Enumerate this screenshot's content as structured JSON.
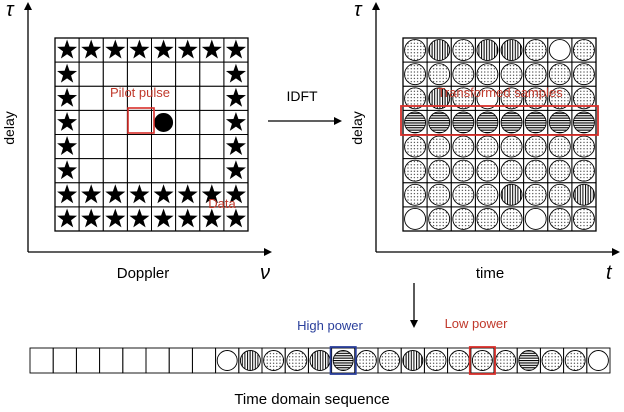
{
  "left_panel": {
    "y_axis_symbol": "τ",
    "x_axis_symbol": "ν",
    "y_axis_label": "delay",
    "x_axis_label": "Doppler",
    "pilot_label": "Pilot pulse",
    "data_label": "Data",
    "grid": {
      "rows": 8,
      "cols": 8,
      "pilot_cell": [
        3,
        4
      ]
    }
  },
  "transform_label": "IDFT",
  "right_panel": {
    "y_axis_symbol": "τ",
    "x_axis_symbol": "t",
    "y_axis_label": "delay",
    "x_axis_label": "time",
    "highlight_label": "Transformed samples",
    "grid": {
      "rows": 8,
      "cols": 8,
      "highlight_row": 3
    },
    "cell_patterns": [
      [
        "dots",
        "vertical",
        "dots",
        "vertical",
        "vertical",
        "dots",
        "empty",
        "dots"
      ],
      [
        "dots",
        "dots",
        "dots",
        "dots",
        "dots",
        "dots",
        "dots",
        "dots"
      ],
      [
        "dots",
        "vertical",
        "dots",
        "empty",
        "dots",
        "dots",
        "dots",
        "dots"
      ],
      [
        "horizontal",
        "horizontal",
        "horizontal",
        "horizontal",
        "horizontal",
        "horizontal",
        "horizontal",
        "horizontal"
      ],
      [
        "dots",
        "dots",
        "dots",
        "dots",
        "dots",
        "dots",
        "dots",
        "dots"
      ],
      [
        "dots",
        "dots",
        "dots",
        "dots",
        "dots",
        "dots",
        "dots",
        "dots"
      ],
      [
        "dots",
        "dots",
        "dots",
        "dots",
        "vertical",
        "dots",
        "dots",
        "vertical"
      ],
      [
        "empty",
        "dots",
        "dots",
        "dots",
        "dots",
        "empty",
        "dots",
        "dots"
      ]
    ]
  },
  "sequence": {
    "caption": "Time domain sequence",
    "high_power_label": "High power",
    "low_power_label": "Low power",
    "high_power_index": 13,
    "low_power_index": 19,
    "cells": [
      "empty",
      "empty",
      "empty",
      "empty",
      "empty",
      "empty",
      "empty",
      "empty",
      "circle-empty",
      "vertical",
      "dots",
      "dots",
      "vertical",
      "horizontal",
      "dots",
      "dots",
      "vertical",
      "dots",
      "dots",
      "dots",
      "dots",
      "horizontal",
      "dots",
      "dots",
      "circle-empty"
    ]
  },
  "colors": {
    "highlight_red": "#d9302b",
    "highlight_blue": "#2a3f9b",
    "label_red": "#c0392b",
    "label_blue": "#2a3f9b",
    "ink": "#000000"
  }
}
